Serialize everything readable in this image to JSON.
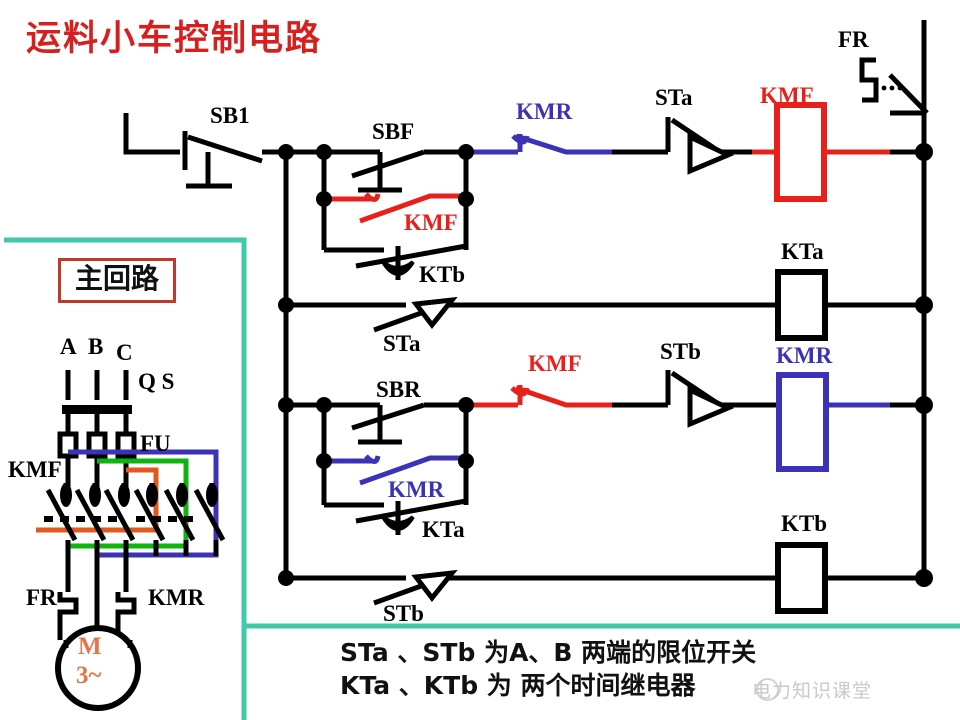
{
  "title": "运料小车控制电路",
  "main_circuit": {
    "box_label": "主回路",
    "phase_labels": [
      "A",
      "B",
      "C"
    ],
    "disconnect_label": "Q S",
    "fuse_label": "FU",
    "contactor_forward": "KMF",
    "contactor_reverse": "KMR",
    "thermal_relay": "FR",
    "motor_symbol": "M",
    "motor_type": "3~",
    "wire_colors": {
      "cross_blue": "#3b32b5",
      "cross_green": "#0fb50f",
      "cross_red": "#e2581f"
    }
  },
  "control_circuit": {
    "stop_button": "SB1",
    "thermal_relay_contact": "FR",
    "row1": {
      "push_button": "SBF",
      "holding_contact": "KMF",
      "timer_contact": "KTb",
      "interlock_contact": "KMR",
      "limit_switch": "STa",
      "coil": "KMF"
    },
    "row2": {
      "limit_switch": "STa",
      "coil": "KTa"
    },
    "row3": {
      "push_button": "SBR",
      "holding_contact": "KMR",
      "timer_contact": "KTa",
      "interlock_contact": "KMF",
      "limit_switch": "STb",
      "coil": "KMR"
    },
    "row4": {
      "limit_switch": "STb",
      "coil": "KTb"
    }
  },
  "caption": {
    "line1": "STa 、STb 为A、B 两端的限位开关",
    "line2": "KTa 、KTb 为 两个时间继电器"
  },
  "watermark": "电力知识课堂",
  "colors": {
    "title_red": "#d81f1f",
    "kmf_red": "#e8201b",
    "kmr_blue": "#3b32b5",
    "border_teal": "#3fc9a8",
    "black": "#000000"
  }
}
